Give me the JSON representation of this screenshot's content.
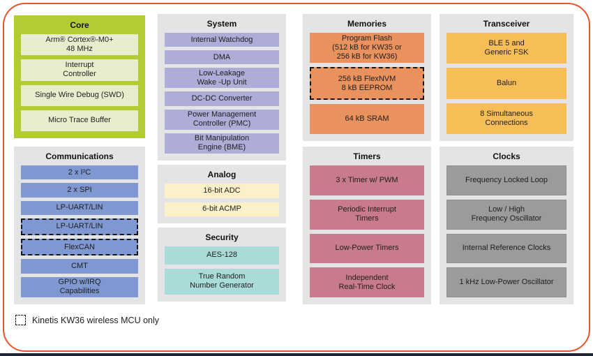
{
  "page": {
    "frame_color": "#E8532A",
    "footer_line_color": "#1C2733",
    "container_color": "#E4E4E6"
  },
  "legend": {
    "label": "Kinetis KW36 wireless MCU only"
  },
  "groups": {
    "core": {
      "title": "Core",
      "container_color": "#B2CC34",
      "cell_color": "#E9EDCE",
      "items": [
        {
          "label": "Arm® Cortex®-M0+\n48 MHz",
          "kw36_only": false
        },
        {
          "label": "Interrupt\nController",
          "kw36_only": false
        },
        {
          "label": "Single Wire Debug (SWD)",
          "kw36_only": false
        },
        {
          "label": "Micro Trace Buffer",
          "kw36_only": false
        }
      ]
    },
    "communications": {
      "title": "Communications",
      "cell_color": "#7F98D1",
      "items": [
        {
          "label": "2 x I²C",
          "kw36_only": false
        },
        {
          "label": "2 x  SPI",
          "kw36_only": false
        },
        {
          "label": "LP-UART/LIN",
          "kw36_only": false
        },
        {
          "label": "LP-UART/LIN",
          "kw36_only": true
        },
        {
          "label": "FlexCAN",
          "kw36_only": true
        },
        {
          "label": "CMT",
          "kw36_only": false
        },
        {
          "label": "GPIO w/IRQ\nCapabilities",
          "kw36_only": false
        }
      ]
    },
    "system": {
      "title": "System",
      "cell_color": "#ADADD8",
      "items": [
        {
          "label": "Internal Watchdog",
          "kw36_only": false
        },
        {
          "label": "DMA",
          "kw36_only": false
        },
        {
          "label": "Low-Leakage\nWake -Up Unit",
          "kw36_only": false
        },
        {
          "label": "DC-DC Converter",
          "kw36_only": false
        },
        {
          "label": "Power Management\nController (PMC)",
          "kw36_only": false
        },
        {
          "label": "Bit Manipulation\nEngine (BME)",
          "kw36_only": false
        }
      ]
    },
    "analog": {
      "title": "Analog",
      "cell_color": "#FCF0C9",
      "items": [
        {
          "label": "16-bit ADC",
          "kw36_only": false
        },
        {
          "label": "6-bit ACMP",
          "kw36_only": false
        }
      ]
    },
    "security": {
      "title": "Security",
      "cell_color": "#A9DCD8",
      "items": [
        {
          "label": "AES-128",
          "kw36_only": false
        },
        {
          "label": "True Random\nNumber Generator",
          "kw36_only": false
        }
      ]
    },
    "memories": {
      "title": "Memories",
      "cell_color": "#E9925E",
      "items": [
        {
          "label": "Program Flash\n(512 kB for KW35 or\n256 kB for KW36)",
          "kw36_only": false
        },
        {
          "label": "256 kB FlexNVM\n8 kB EEPROM",
          "kw36_only": true
        },
        {
          "label": "64 kB SRAM",
          "kw36_only": false
        }
      ]
    },
    "timers": {
      "title": "Timers",
      "cell_color": "#C97A8B",
      "items": [
        {
          "label": "3 x Timer w/ PWM",
          "kw36_only": false
        },
        {
          "label": "Periodic Interrupt\nTimers",
          "kw36_only": false
        },
        {
          "label": "Low-Power Timers",
          "kw36_only": false
        },
        {
          "label": "Independent\nReal-Time Clock",
          "kw36_only": false
        }
      ]
    },
    "transceiver": {
      "title": "Transceiver",
      "cell_color": "#F7BE57",
      "items": [
        {
          "label": "BLE 5 and\nGeneric FSK",
          "kw36_only": false
        },
        {
          "label": "Balun",
          "kw36_only": false
        },
        {
          "label": "8 Simultaneous\nConnections",
          "kw36_only": false
        }
      ]
    },
    "clocks": {
      "title": "Clocks",
      "cell_color": "#9B9B9D",
      "items": [
        {
          "label": "Frequency Locked Loop",
          "kw36_only": false
        },
        {
          "label": "Low / High\nFrequency Oscillator",
          "kw36_only": false
        },
        {
          "label": "Internal Reference Clocks",
          "kw36_only": false
        },
        {
          "label": "1 kHz Low-Power Oscillator",
          "kw36_only": false
        }
      ]
    }
  }
}
